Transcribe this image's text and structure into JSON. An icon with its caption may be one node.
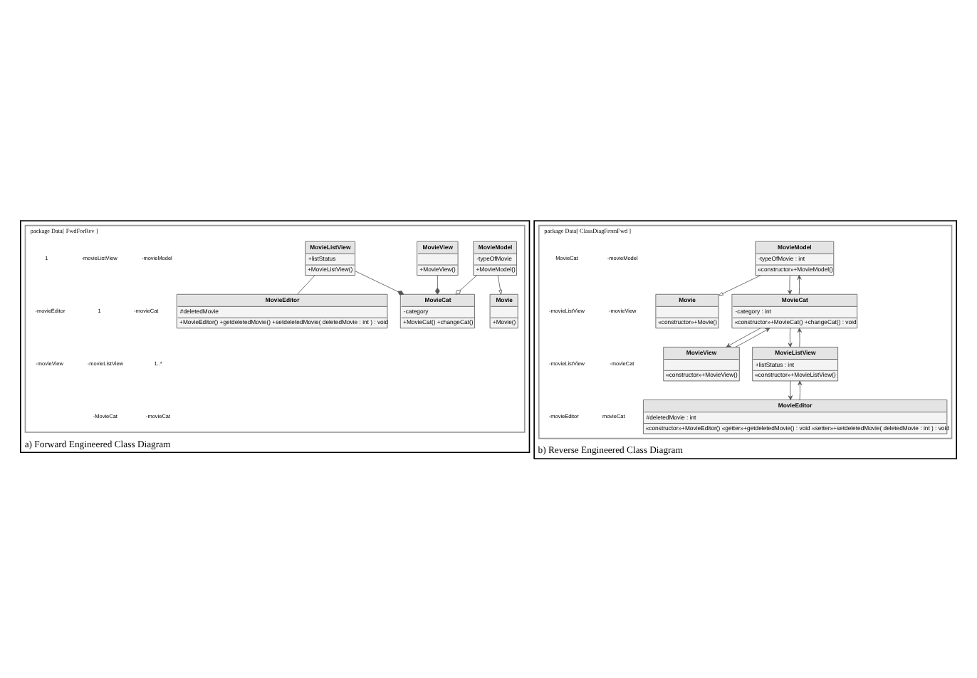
{
  "diagram": {
    "nodes": [
      {
        "text": [
          "a) Forward Engineered Class Diagram"
        ]
      },
      {
        "text": [
          "package Data[ FwdForRev ]"
        ],
        "in": 0
      },
      {
        "text": [
          "MovieModel",
          "-typeOfMovie",
          "+MovieModel()"
        ],
        "in": 1
      },
      {
        "text": [
          "Movie",
          "+Movie()"
        ],
        "in": 1
      },
      {
        "text": [
          "MovieCat",
          "-category",
          "+MovieCat() +changeCat()"
        ],
        "in": 1
      },
      {
        "text": [
          "MovieListView",
          "+listStatus",
          "+MovieListView()"
        ],
        "in": 1
      },
      {
        "text": [
          "MovieView",
          "+MovieView()"
        ],
        "in": 1
      },
      {
        "text": [
          "MovieEditor",
          "#deletedMovie",
          "+MovieEditor() +getdeletedMovie() +setdeletedMovie( deletedMovie : int ) : void"
        ],
        "in": 1
      },
      {
        "text": [
          "b) Reverse Engineered Class Diagram"
        ]
      },
      {
        "text": [
          "package Data[ ClassDiagFromFwd ]"
        ],
        "in": 8
      },
      {
        "text": [
          "Movie",
          "«constructor»+Movie()"
        ],
        "in": 9
      },
      {
        "text": [
          "MovieModel",
          "-typeOfMovie : int",
          "«constructor»+MovieModel()"
        ],
        "in": 9
      },
      {
        "text": [
          "MovieView",
          "«constructor»+MovieView()"
        ],
        "in": 9
      },
      {
        "text": [
          "MovieCat",
          "-category : int",
          "«constructor»+MovieCat() +changeCat() : void"
        ],
        "in": 9
      },
      {
        "text": [
          "MovieListView",
          "+listStatus : int",
          "«constructor»+MovieListView()"
        ],
        "in": 9
      },
      {
        "text": [
          "MovieEditor",
          "#deletedMovie : int",
          "«constructor»+MovieEditor() «getter»+getdeletedMovie() : void «setter»+setdeletedMovie( deletedMovie : int ) : void"
        ],
        "in": 9
      }
    ],
    "edges": [
      {
        "from": 2,
        "to": 3,
        "arrow": "to"
      },
      {
        "from": 2,
        "to": 4,
        "arrow": "other"
      },
      {
        "from": 5,
        "to": 4,
        "arrow": "other"
      },
      {
        "from": 6,
        "to": 4,
        "arrow": "other"
      },
      {
        "from": 5,
        "to": 7,
        "arrow": "none"
      },
      {
        "from": 11,
        "to": 10,
        "arrow": "to"
      },
      {
        "from": 13,
        "to": 11,
        "arrow": "to"
      },
      {
        "from": 11,
        "to": 13,
        "arrow": "to"
      },
      {
        "from": 13,
        "to": 12,
        "arrow": "to"
      },
      {
        "from": 12,
        "to": 13,
        "arrow": "to"
      },
      {
        "from": 14,
        "to": 13,
        "arrow": "to"
      },
      {
        "from": 13,
        "to": 14,
        "arrow": "to"
      },
      {
        "from": 15,
        "to": 14,
        "arrow": "to"
      },
      {
        "from": 14,
        "to": 15,
        "arrow": "to"
      }
    ],
    "labels": [
      "-movieModel",
      "-movieCat",
      "1..*",
      "-movieCat",
      "-movieListView",
      "1",
      "-movieListView",
      "-MovieCat",
      "1",
      "-movieEditor",
      "-movieView",
      "-movieModel",
      "-movieView",
      "-movieCat",
      "movieCat",
      "MovieCat",
      "-movieListView",
      "-movieListView",
      "-movieEditor"
    ]
  }
}
